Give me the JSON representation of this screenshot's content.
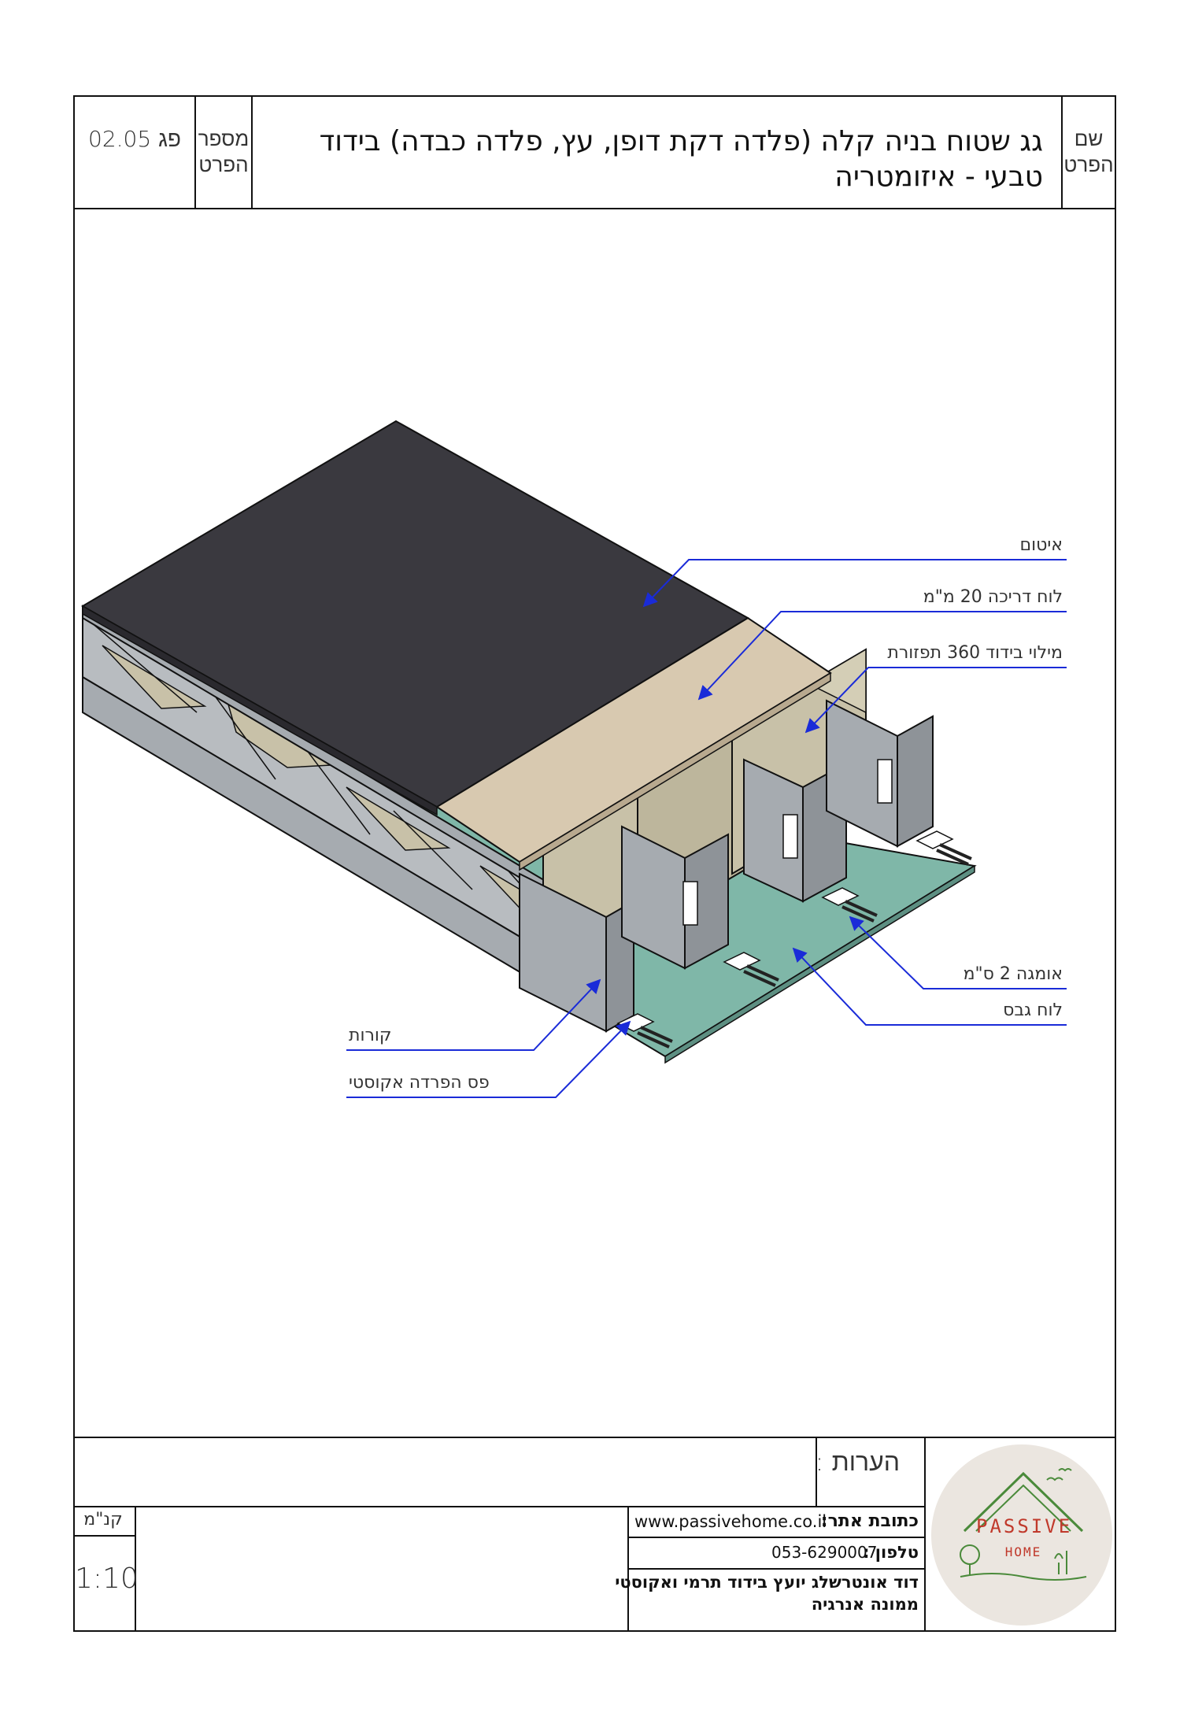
{
  "header": {
    "name_label_line1": "שם",
    "name_label_line2": "הפרט",
    "title_line1": "גג שטוח בניה קלה (פלדה דקת דופן, עץ, פלדה כבדה) בידוד",
    "title_line2": "טבעי - איזומטריה",
    "number_label_line1": "מספר",
    "number_label_line2": "הפרט",
    "number_value": "פג 02.05"
  },
  "callouts": {
    "waterproofing": "איטום",
    "walk_board": "לוח דריכה 20 מ\"מ",
    "insulation_fill": "מילוי בידוד 360 תפזורת",
    "omega": "אומגה 2 ס\"מ",
    "gypsum_board": "לוח גבס",
    "beams": "קורות",
    "acoustic_strip": "פס הפרדה אקוסטי"
  },
  "footer": {
    "notes_label": "הערות :",
    "scale_label": "קנ\"מ",
    "scale_value": "1:10",
    "website_label": "כתובת אתר:",
    "website_value": "www.passivehome.co.il",
    "phone_label": "טלפון :",
    "phone_value": "053-6290007",
    "company_line1": "דוד אונטרשלג יועץ בידוד תרמי ואקוסטי",
    "company_line2": "ממונה אנרגיה"
  },
  "logo": {
    "word1": "PASSIVE",
    "word2": "HOME"
  },
  "colors": {
    "roof_top": "#3a393f",
    "board": "#d8c9b0",
    "insulation": "#c8c1a8",
    "steel": "#a6abb0",
    "gypsum": "#7fb7a8",
    "callout_line": "#1a2bd8",
    "logo_bg": "#ebe6e0",
    "logo_green": "#4a8a3a",
    "logo_red": "#c0392b"
  }
}
